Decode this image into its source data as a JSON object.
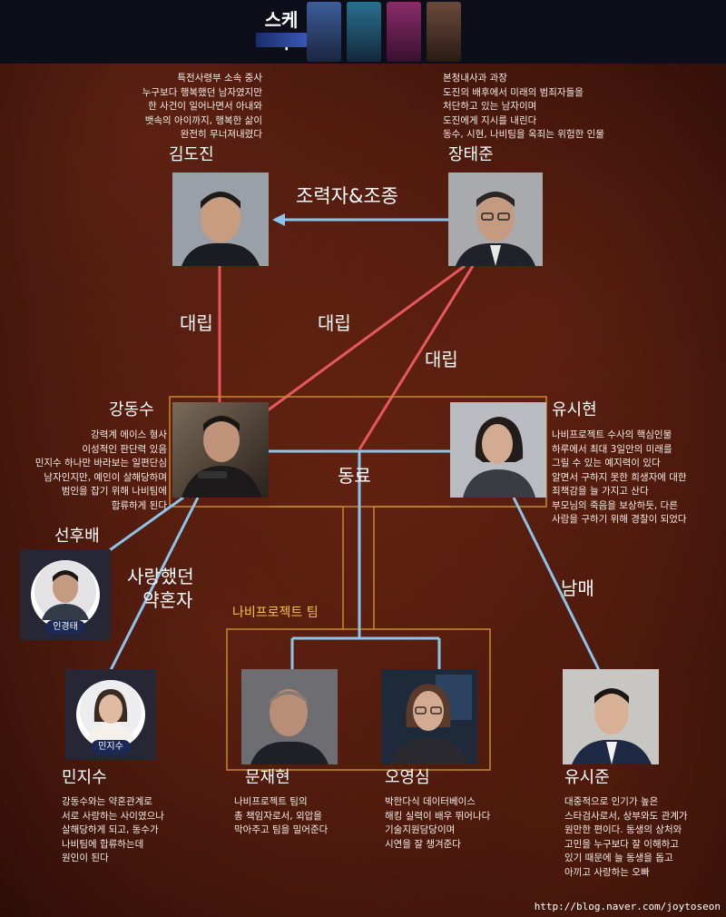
{
  "header": {
    "title": "스케치",
    "colors": {
      "bg": "#0d0e1a"
    }
  },
  "colors": {
    "conflict_line": "#e8585e",
    "ally_line": "#8cc4ec",
    "team_box": "#c98a2a",
    "team_label": "#f5c14a"
  },
  "people": {
    "kim_dojin": {
      "name": "김도진",
      "desc": [
        "특전사령부 소속 중사",
        "누구보다 행복했던 남자였지만",
        "한 사건이 일어나면서 아내와",
        "뱃속의 아이까지, 행복한 삶이",
        "완전히 무너져내렸다"
      ]
    },
    "jang_taejun": {
      "name": "장태준",
      "desc": [
        "본청내사과 과장",
        "도진의 배후에서 미래의 범죄자들을",
        "처단하고 있는 남자이며",
        "도진에게 지시를 내린다",
        "동수, 시현, 나비팀을 옥죄는 위험한 인물"
      ]
    },
    "kang_dongsu": {
      "name": "강동수",
      "desc": [
        "강력계 에이스 형사",
        "이성적인 판단력 있음",
        "민지수 하나만 바라보는 일편단심",
        "남자인지만, 예인이 살해당하며",
        "범인을 잡기 위해 나비팀에",
        "합류하게 된다"
      ]
    },
    "yu_sihyeon": {
      "name": "유시현",
      "desc": [
        "나비프로젝트 수사의 핵심인물",
        "하루에서 최대 3일안의 미래를",
        "그릴 수 있는 예지력이 있다",
        "알면서 구하지 못한 희생자에 대한",
        "죄책감을 늘 가지고 산다",
        "부모님의 죽음을 보상하듯, 다른",
        "사람을 구하기 위해 경찰이 되었다"
      ]
    },
    "seon_hubae": {
      "name": "선후배",
      "tag": "인경태"
    },
    "min_jisu": {
      "name": "민지수",
      "tag": "민지수",
      "desc": [
        "강동수와는 약혼관계로",
        "서로 사랑하는 사이였으나",
        "살해당하게 되고, 동수가",
        "나비팀에 합류하는데",
        "원인이 된다"
      ]
    },
    "mun_jaehyeon": {
      "name": "문재현",
      "desc": [
        "나비프로젝트 팀의",
        "총 책임자로서, 외압을",
        "막아주고 팀을 밀어준다"
      ]
    },
    "o_yeongsim": {
      "name": "오영심",
      "desc": [
        "박한다식 데이터베이스",
        "해킹 실력이 배우 뛰어나다",
        "기술지원담당이며",
        "시연을 잘 챙겨준다"
      ]
    },
    "yu_sijun": {
      "name": "유시준",
      "desc": [
        "대중적으로 인기가 높은",
        "스타검사로서, 상부와도 관계가",
        "원만한 편이다. 동생의 상처와",
        "고민을 누구보다 잘 이해하고",
        "있기 때문에 늘 동생을 돕고",
        "아끼고 사랑하는 오빠"
      ]
    }
  },
  "relations": {
    "control": "조력자&조종",
    "conflict_1": "대립",
    "conflict_2": "대립",
    "conflict_3": "대립",
    "colleague": "동료",
    "ex_fiance": [
      "사랑했던",
      "약혼자"
    ],
    "siblings": "남매"
  },
  "team_label": "나비프로젝트 팀",
  "watermark": "http://blog.naver.com/joytoseon"
}
